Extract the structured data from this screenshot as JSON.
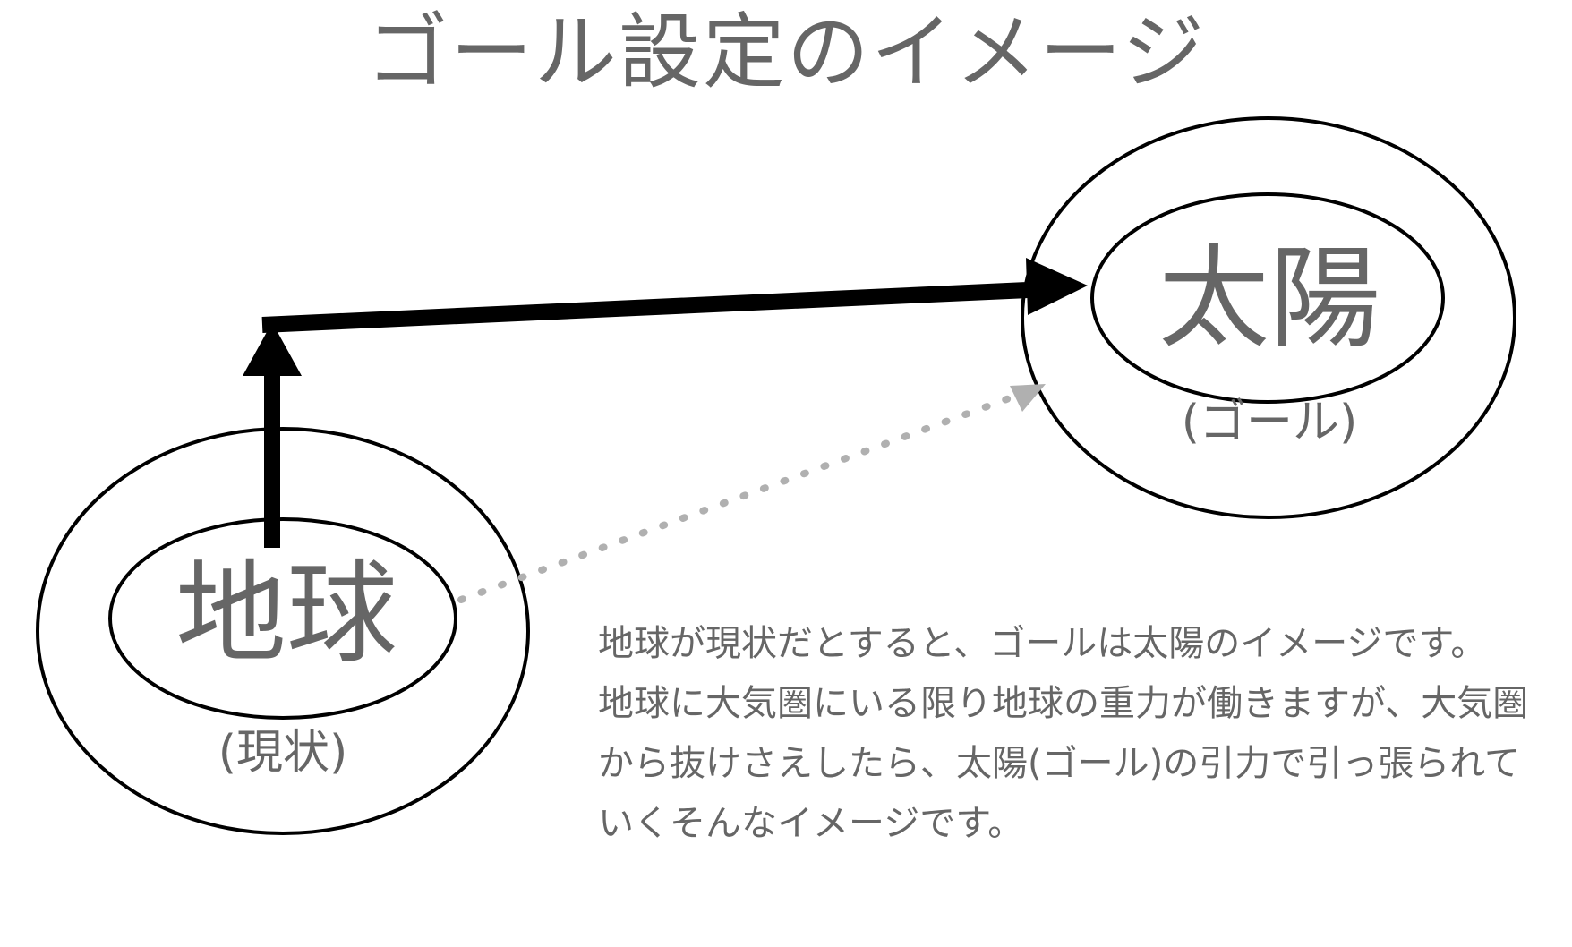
{
  "title": "ゴール設定のイメージ",
  "nodes": {
    "current": {
      "name": "地球",
      "sub": "(現状)"
    },
    "goal": {
      "name": "太陽",
      "sub": "(ゴール)"
    }
  },
  "description": {
    "paragraph_1": "地球が現状だとすると、ゴールは太陽のイメージです。",
    "paragraph_2": "地球に大気圏にいる限り地球の重力が働きますが、大気圏から抜けさえしたら、太陽(ゴール)の引力で引っ張られていくそんなイメージです。"
  },
  "colors": {
    "text": "#666666",
    "stroke": "#000000",
    "dotted_arrow": "#b0b0b0",
    "background": "#ffffff"
  }
}
